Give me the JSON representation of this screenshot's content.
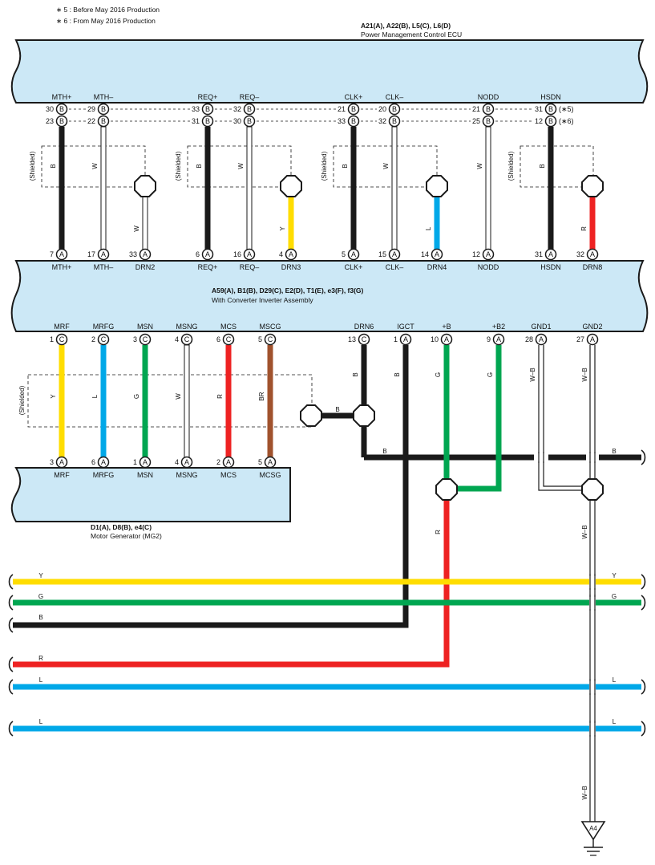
{
  "notes": [
    "∗ 5 : Before May 2016 Production",
    "∗ 6 : From May 2016 Production"
  ],
  "ecu": {
    "code": "A21(A), A22(B), L5(C), L6(D)",
    "name": "Power Management Control ECU",
    "terminals": [
      "MTH+",
      "MTH–",
      "REQ+",
      "REQ–",
      "CLK+",
      "CLK–",
      "NODD",
      "HSDN"
    ],
    "pins_row1": [
      "30",
      "29",
      "33",
      "32",
      "21",
      "20",
      "21",
      "31"
    ],
    "pins_row2": [
      "23",
      "22",
      "31",
      "30",
      "33",
      "32",
      "25",
      "12"
    ],
    "connector": "B",
    "hsdn_note_1": "(∗5)",
    "hsdn_note_2": "(∗6)"
  },
  "inverter": {
    "code": "A59(A), B1(B), D29(C), E2(D), T1(E), e3(F), f3(G)",
    "name": "With Converter Inverter Assembly",
    "top_terminals": [
      "MTH+",
      "MTH–",
      "DRN2",
      "REQ+",
      "REQ–",
      "DRN3",
      "CLK+",
      "CLK–",
      "DRN4",
      "NODD",
      "HSDN",
      "DRN8"
    ],
    "top_pins": [
      "7",
      "17",
      "33",
      "6",
      "16",
      "4",
      "5",
      "15",
      "14",
      "12",
      "31",
      "32"
    ],
    "top_conns": [
      "A",
      "A",
      "A",
      "A",
      "A",
      "A",
      "A",
      "A",
      "A",
      "A",
      "A",
      "A"
    ],
    "bottom_terminals": [
      "MRF",
      "MRFG",
      "MSN",
      "MSNG",
      "MCS",
      "MSCG",
      "DRN6",
      "IGCT",
      "+B",
      "+B2",
      "GND1",
      "GND2"
    ],
    "bottom_pins": [
      "1",
      "2",
      "3",
      "4",
      "6",
      "5",
      "13",
      "1",
      "10",
      "9",
      "28",
      "27"
    ],
    "bottom_conns": [
      "C",
      "C",
      "C",
      "C",
      "C",
      "C",
      "C",
      "A",
      "A",
      "A",
      "A",
      "A"
    ]
  },
  "motor": {
    "code": "D1(A), D8(B), e4(C)",
    "name": "Motor Generator (MG2)",
    "terminals": [
      "MRF",
      "MRFG",
      "MSN",
      "MSNG",
      "MCS",
      "MCSG"
    ],
    "pins": [
      "3",
      "6",
      "1",
      "4",
      "2",
      "5"
    ],
    "conn": "A"
  },
  "shield_label": "(Shielded)",
  "ground_label": "A4",
  "wire_codes": {
    "mth_plus": "B",
    "mth_minus": "W",
    "drn2": "W",
    "req_plus": "B",
    "req_minus": "W",
    "drn3": "Y",
    "clk_plus": "B",
    "clk_minus": "W",
    "drn4": "L",
    "nodd": "W",
    "hsdn": "B",
    "drn8": "R",
    "mrf": "Y",
    "mrfg": "L",
    "msn": "G",
    "msng": "W",
    "mcs": "R",
    "mscg": "BR",
    "drn6": "B",
    "drn6_shield": "B",
    "drn6_bus": "B",
    "igct": "B",
    "pb": "G",
    "pb2": "G",
    "gnd1": "W–B",
    "gnd2": "W–B",
    "bus_right": "B",
    "pb_red": "R",
    "gnd_lower1": "W–B",
    "gnd_lower2": "W–B",
    "h_y_left": "Y",
    "h_y_right": "Y",
    "h_g_left": "G",
    "h_g_right": "G",
    "h_b_left": "B",
    "h_r_left": "R",
    "h_l1_left": "L",
    "h_l1_right": "L",
    "h_l2_left": "L",
    "h_l2_right": "L"
  },
  "colors": {
    "black": "#1a1a1a",
    "white": "#ffffff",
    "yellow": "#ffdd00",
    "blue": "#00a8e8",
    "red": "#ee2222",
    "green": "#00a651",
    "brown": "#a0522d",
    "box": "#cce8f6"
  }
}
